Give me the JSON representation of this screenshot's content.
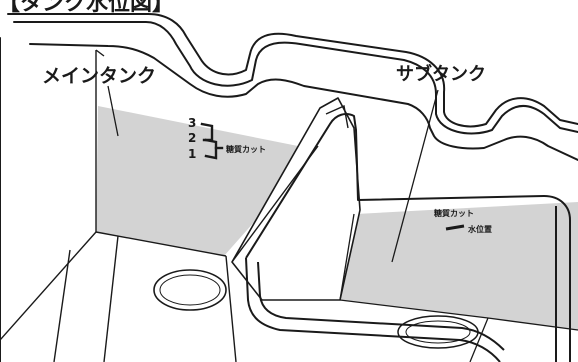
{
  "title": "【タンク水位図】",
  "labels": {
    "main_tank": "メインタンク",
    "sub_tank": "サブタンク"
  },
  "main_tank_markers": {
    "levels": [
      "3",
      "2",
      "1"
    ],
    "caption": "糖質カット"
  },
  "sub_tank_marker": {
    "caption": "糖質カット",
    "waterline_label": "水位置"
  },
  "colors": {
    "water": "#d3d3d3",
    "line": "#1a1a1a",
    "background": "#ffffff"
  }
}
